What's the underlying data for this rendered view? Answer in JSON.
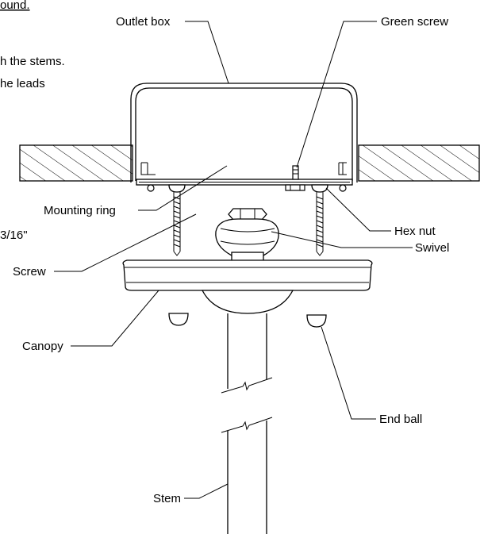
{
  "labels": {
    "outlet_box": "Outlet box",
    "green_screw": "Green screw",
    "mounting_ring": "Mounting ring",
    "hex_nut": "Hex nut",
    "swivel": "Swivel",
    "screw": "Screw",
    "canopy": "Canopy",
    "end_ball": "End ball",
    "stem": "Stem"
  },
  "side_text": {
    "top_fragment": "ound.",
    "line1": "h the stems.",
    "line2": "he leads",
    "dimension": "3/16\""
  }
}
